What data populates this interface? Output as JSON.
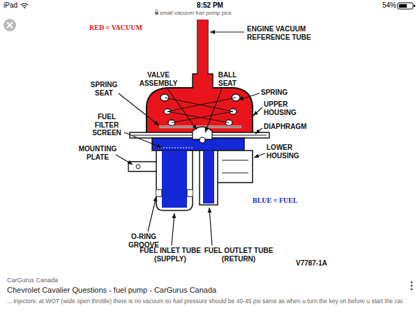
{
  "diagram": {
    "labels": [
      "iPad",
      "8:52 PM",
      "54%",
      "small vacuum fuel pump pics",
      "RED = VACUUM",
      "ENGINE VACUUM REFERENCE TUBE",
      "VALVE ASSEMBLY",
      "BALL SEAT",
      "SPRING SEAT",
      "SPRING",
      "UPPER HOUSING",
      "FUEL FILTER SCREEN",
      "DIAPHRAGM",
      "MOUNTING PLATE",
      "LOWER HOUSING",
      "BLUE = FUEL",
      "O-RING GROOVE",
      "FUEL INLET TUBE (SUPPLY)",
      "FUEL OUTLET TUBE (RETURN)",
      "V7787-1A",
      "CarGurus Canada",
      "Chevrolet Cavalier Questions - fuel pump - CarGurus Canada",
      "... injectors. at WOT (wide open throttle) there is no vacuum so fuel pressure should be 40-45 psi same as when u turn the key on before u start the car."
    ]
  }
}
